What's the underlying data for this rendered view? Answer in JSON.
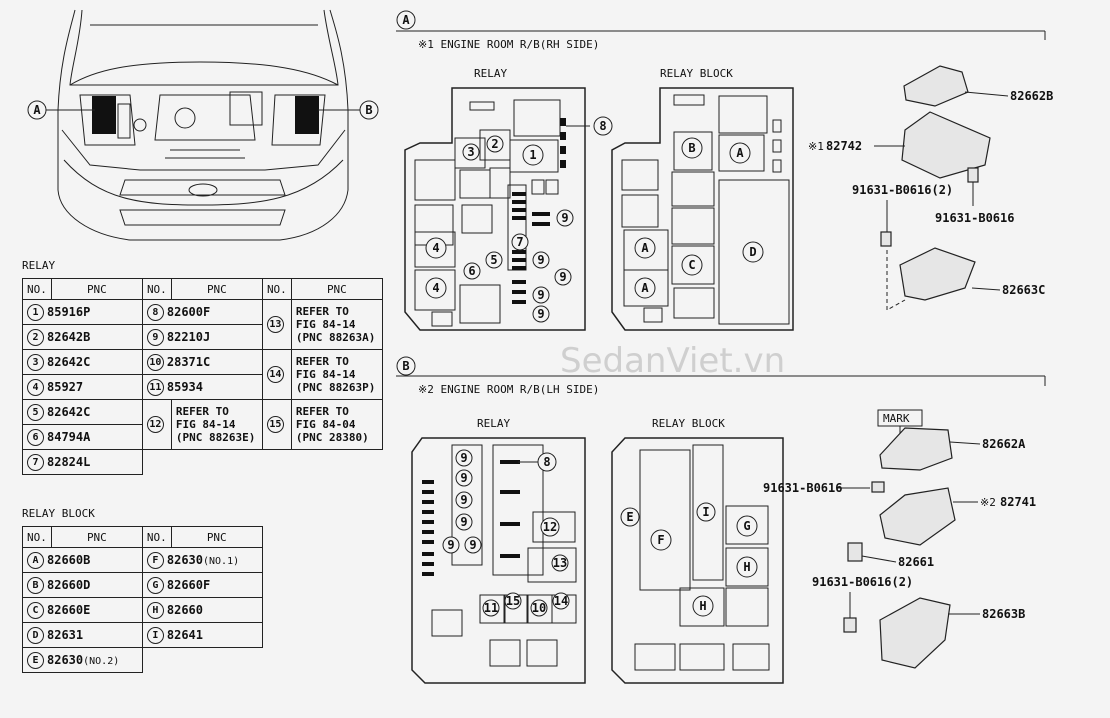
{
  "watermark": "SedanViet.vn",
  "section_a": {
    "letter": "A",
    "title": "※1 ENGINE ROOM R/B(RH SIDE)",
    "relay_label": "RELAY",
    "relay_block_label": "RELAY BLOCK",
    "parts": [
      "82662B",
      "82742",
      "91631-B0616(2)",
      "91631-B0616",
      "82663C"
    ],
    "part_marker_82742": "※1"
  },
  "section_b": {
    "letter": "B",
    "title": "※2 ENGINE ROOM R/B(LH SIDE)",
    "relay_label": "RELAY",
    "relay_block_label": "RELAY BLOCK",
    "mark_label": "MARK",
    "parts": [
      "82662A",
      "91631-B0616",
      "82741",
      "82661",
      "91631-B0616(2)",
      "82663B"
    ],
    "part_marker_82741": "※2"
  },
  "vehicle_callouts": [
    "A",
    "B"
  ],
  "relay_table": {
    "title": "RELAY",
    "headers": [
      "NO.",
      "PNC",
      "NO.",
      "PNC",
      "NO.",
      "PNC"
    ],
    "col1": [
      {
        "no": "1",
        "pnc": "85916P"
      },
      {
        "no": "2",
        "pnc": "82642B"
      },
      {
        "no": "3",
        "pnc": "82642C"
      },
      {
        "no": "4",
        "pnc": "85927"
      },
      {
        "no": "5",
        "pnc": "82642C"
      },
      {
        "no": "6",
        "pnc": "84794A"
      },
      {
        "no": "7",
        "pnc": "82824L"
      }
    ],
    "col2": [
      {
        "no": "8",
        "pnc": "82600F"
      },
      {
        "no": "9",
        "pnc": "82210J"
      },
      {
        "no": "10",
        "pnc": "28371C"
      },
      {
        "no": "11",
        "pnc": "85934"
      },
      {
        "no": "12",
        "pnc": "REFER TO\nFIG 84-14\n(PNC 88263E)"
      }
    ],
    "col3": [
      {
        "no": "13",
        "pnc": "REFER TO\nFIG 84-14\n(PNC 88263A)"
      },
      {
        "no": "14",
        "pnc": "REFER TO\nFIG 84-14\n(PNC 88263P)"
      },
      {
        "no": "15",
        "pnc": "REFER TO\nFIG 84-04\n(PNC 28380)"
      }
    ]
  },
  "relay_block_table": {
    "title": "RELAY BLOCK",
    "headers": [
      "NO.",
      "PNC",
      "NO.",
      "PNC"
    ],
    "col1": [
      {
        "no": "A",
        "pnc": "82660B"
      },
      {
        "no": "B",
        "pnc": "82660D"
      },
      {
        "no": "C",
        "pnc": "82660E"
      },
      {
        "no": "D",
        "pnc": "82631"
      },
      {
        "no": "E",
        "pnc": "82630",
        "note": "(NO.2)"
      }
    ],
    "col2": [
      {
        "no": "F",
        "pnc": "82630",
        "note": "(NO.1)"
      },
      {
        "no": "G",
        "pnc": "82660F"
      },
      {
        "no": "H",
        "pnc": "82660"
      },
      {
        "no": "I",
        "pnc": "82641"
      }
    ]
  },
  "relay_a_numbers": [
    "1",
    "2",
    "3",
    "4",
    "4",
    "5",
    "6",
    "7",
    "8",
    "9",
    "9",
    "9",
    "9",
    "9"
  ],
  "block_a_letters": [
    "A",
    "A",
    "A",
    "B",
    "C",
    "D"
  ],
  "relay_b_numbers": [
    "8",
    "9",
    "9",
    "9",
    "9",
    "9",
    "9",
    "10",
    "11",
    "12",
    "13",
    "14",
    "15"
  ],
  "block_b_letters": [
    "E",
    "F",
    "G",
    "H",
    "H",
    "I"
  ]
}
